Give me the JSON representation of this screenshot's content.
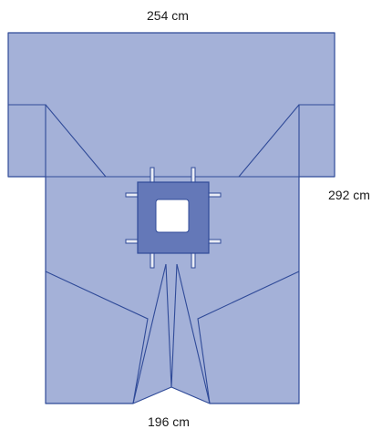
{
  "dimensions": {
    "top_width": "254 cm",
    "total_length": "292 cm",
    "bottom_width": "196 cm"
  },
  "colors": {
    "drape_fill": "#a4b1d8",
    "drape_stroke": "#2f4a98",
    "reinforcement_fill": "#6478b8",
    "fenestration_fill": "#ffffff",
    "tab_fill": "#e9ecf5"
  }
}
